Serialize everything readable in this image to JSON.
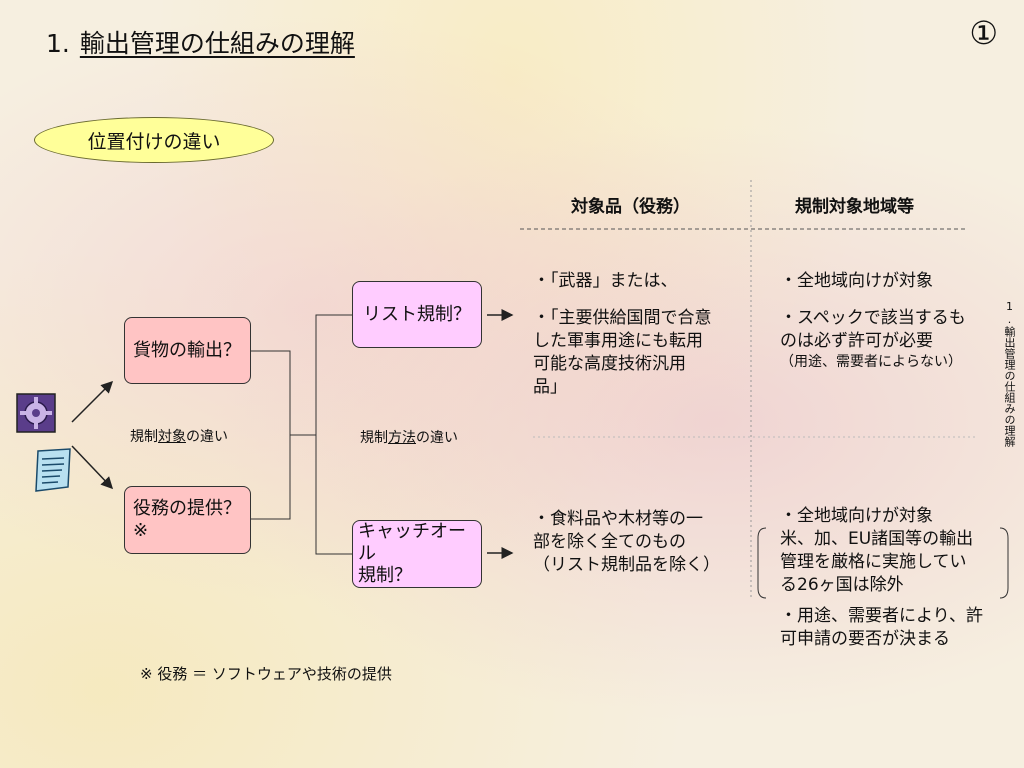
{
  "header": {
    "number": "1.",
    "title": "輸出管理の仕組みの理解",
    "page_marker": "①"
  },
  "ellipse_label": "位置付けの違い",
  "columns": {
    "items": "対象品（役務）",
    "regions": "規制対象地域等"
  },
  "left": {
    "goods_export": "貨物の輸出？",
    "service_provision_line1": "役務の提供？",
    "service_provision_line2": "※",
    "target_diff_prefix": "規制",
    "target_diff_underlined": "対象",
    "target_diff_suffix": "の違い"
  },
  "middle": {
    "list_control": "リスト規制？",
    "catchall_line1": "キャッチオール",
    "catchall_line2": "規制？",
    "method_diff_prefix": "規制",
    "method_diff_underlined": "方法",
    "method_diff_suffix": "の違い"
  },
  "list_items": {
    "line1": "・「武器」または、",
    "line2": "・「主要供給国間で合意",
    "line3": "した軍事用途にも転用",
    "line4": "可能な高度技術汎用",
    "line5": "品」"
  },
  "list_regions": {
    "line1": "・全地域向けが対象",
    "line2": "・スペックで該当するも",
    "line3": "のは必ず許可が必要",
    "line4": "（用途、需要者によらない）"
  },
  "catchall_items": {
    "line1": "・食料品や木材等の一",
    "line2": "部を除く全てのもの",
    "line3": "（リスト規制品を除く）"
  },
  "catchall_regions": {
    "line1": "・全地域向けが対象",
    "line2": "米、加、EU諸国等の輸出",
    "line3": "管理を厳格に実施してい",
    "line4": "る26ヶ国は除外",
    "line5": "・用途、需要者により、許",
    "line6": "可申請の要否が決まる"
  },
  "footnote": "※ 役務 ＝ ソフトウェアや技術の提供",
  "sidebar_text": "1.輸出管理の仕組みの理解"
}
